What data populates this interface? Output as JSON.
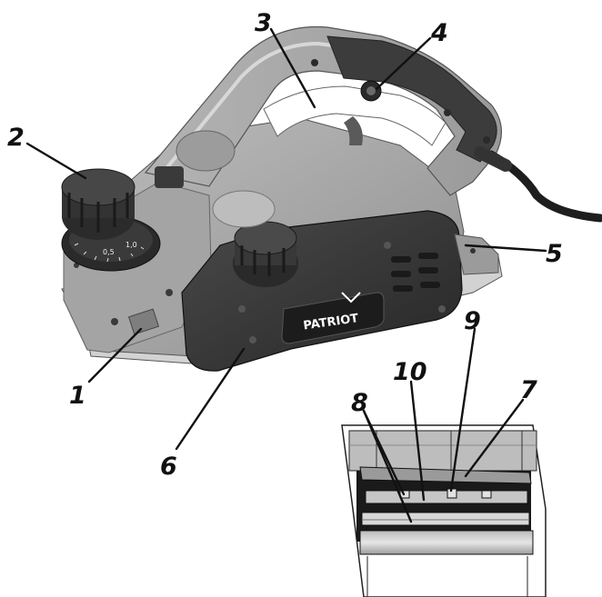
{
  "brand_logo_text": "PATRIOT",
  "dial_scale": [
    "0,5",
    "1,0"
  ],
  "callouts": {
    "c1": "1",
    "c2": "2",
    "c3": "3",
    "c4": "4",
    "c5": "5",
    "c6": "6",
    "c7": "7",
    "c8": "8",
    "c9": "9",
    "c10": "10"
  },
  "colors": {
    "body_light": "#a9a9a9",
    "body_mid": "#8e8e8e",
    "body_dark": "#2f2f2f",
    "grip": "#3a3a3a",
    "outline": "#111111"
  }
}
